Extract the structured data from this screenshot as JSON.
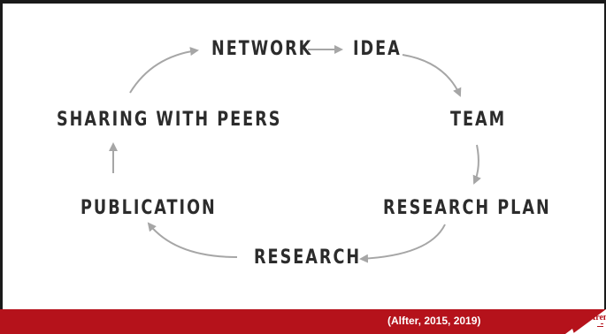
{
  "diagram": {
    "nodes": {
      "network": "NETWORK",
      "idea": "IDEA",
      "team": "TEAM",
      "research_plan": "RESEARCH PLAN",
      "research": "RESEARCH",
      "publication": "PUBLICATION",
      "sharing": "SHARING WITH PEERS"
    }
  },
  "footer": {
    "citation": "(Alfter, 2015, 2019)",
    "logo_text": "Arena",
    "color": "#b5121b"
  },
  "colors": {
    "text": "#2c2c2c",
    "arrow": "#a6a6a6"
  }
}
